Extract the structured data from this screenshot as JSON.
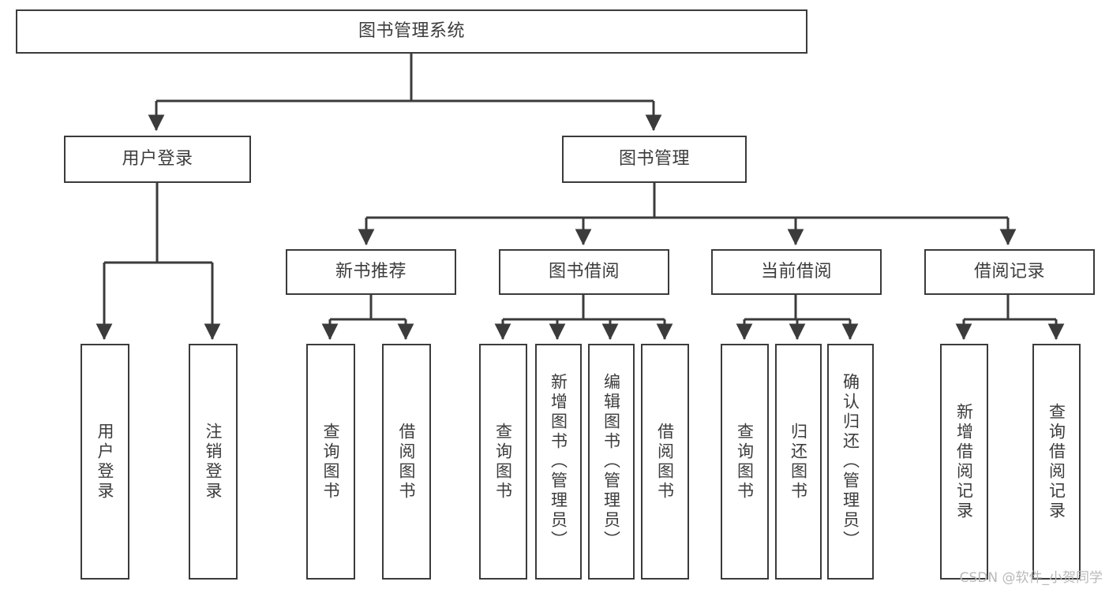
{
  "diagram": {
    "type": "tree-hierarchy-chart",
    "title": "图书管理系统",
    "background_color": "#ffffff",
    "line_color": "#3b3b3b",
    "text_color": "#3c3c3c",
    "levels": 4
  },
  "root": {
    "label": "图书管理系统"
  },
  "level2": [
    {
      "label": "用户登录"
    },
    {
      "label": "图书管理"
    }
  ],
  "level3": [
    {
      "label": "新书推荐"
    },
    {
      "label": "图书借阅"
    },
    {
      "label": "当前借阅"
    },
    {
      "label": "借阅记录"
    }
  ],
  "leaves": {
    "user_login": [
      {
        "label": "用户登录"
      },
      {
        "label": "注销登录"
      }
    ],
    "new_book_recommend": [
      {
        "label": "查询图书"
      },
      {
        "label": "借阅图书"
      }
    ],
    "book_borrow": [
      {
        "label": "查询图书"
      },
      {
        "label": "新增图书（管理员）"
      },
      {
        "label": "编辑图书（管理员）"
      },
      {
        "label": "借阅图书"
      }
    ],
    "current_borrow": [
      {
        "label": "查询图书"
      },
      {
        "label": "归还图书"
      },
      {
        "label": "确认归还（管理员）"
      }
    ],
    "borrow_record": [
      {
        "label": "新增借阅记录"
      },
      {
        "label": "查询借阅记录"
      }
    ]
  },
  "watermark": {
    "text": "CSDN @软件_小贺同学"
  }
}
